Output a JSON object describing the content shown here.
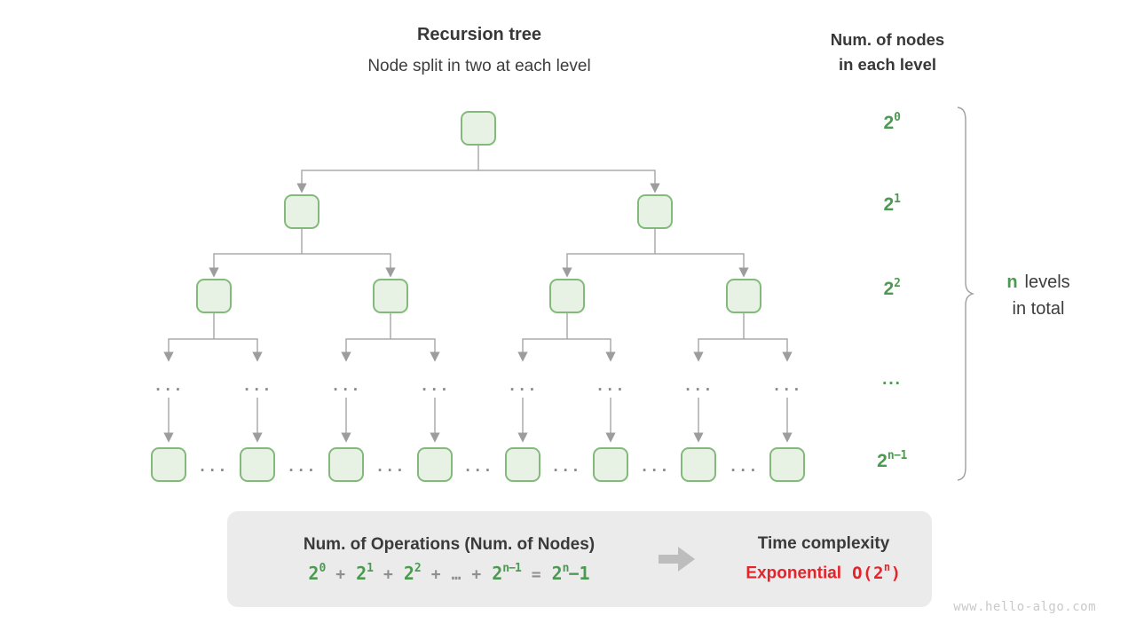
{
  "header": {
    "title": "Recursion tree",
    "subtitle": "Node split in two at each level"
  },
  "right_header": {
    "line1": "Num. of nodes",
    "line2": "in each level"
  },
  "level_labels": [
    {
      "base": "2",
      "sup": "0"
    },
    {
      "base": "2",
      "sup": "1"
    },
    {
      "base": "2",
      "sup": "2"
    },
    {
      "dots": "..."
    },
    {
      "base": "2",
      "sup": "n−1"
    }
  ],
  "brace_label": {
    "n": "n",
    "levels_word": "levels",
    "line2": "in total"
  },
  "tree": {
    "ellipsis": "..."
  },
  "summary_box": {
    "left_title": "Num. of Operations (Num. of Nodes)",
    "formula": {
      "parts": [
        {
          "base": "2",
          "sup": "0"
        },
        {
          "op": "+"
        },
        {
          "base": "2",
          "sup": "1"
        },
        {
          "op": "+"
        },
        {
          "base": "2",
          "sup": "2"
        },
        {
          "op": "+"
        },
        {
          "op": "…"
        },
        {
          "op": "+"
        },
        {
          "base": "2",
          "sup": "n−1"
        },
        {
          "op": "="
        },
        {
          "base": "2",
          "sup": "n",
          "tail": "−1"
        }
      ]
    },
    "right_title": "Time complexity",
    "complexity_word": "Exponential",
    "big_o": {
      "open": "O(2",
      "sup": "n",
      "close": ")"
    }
  },
  "watermark": "www.hello-algo.com",
  "colors": {
    "green": "#4c9a52",
    "node_fill": "#e8f2e4",
    "node_border": "#83ba7b",
    "connector_gray": "#ababab",
    "red": "#e3242b",
    "box_bg": "#ebebeb",
    "text_dark": "#3a3a3a",
    "watermark_gray": "#c9c9c9"
  }
}
